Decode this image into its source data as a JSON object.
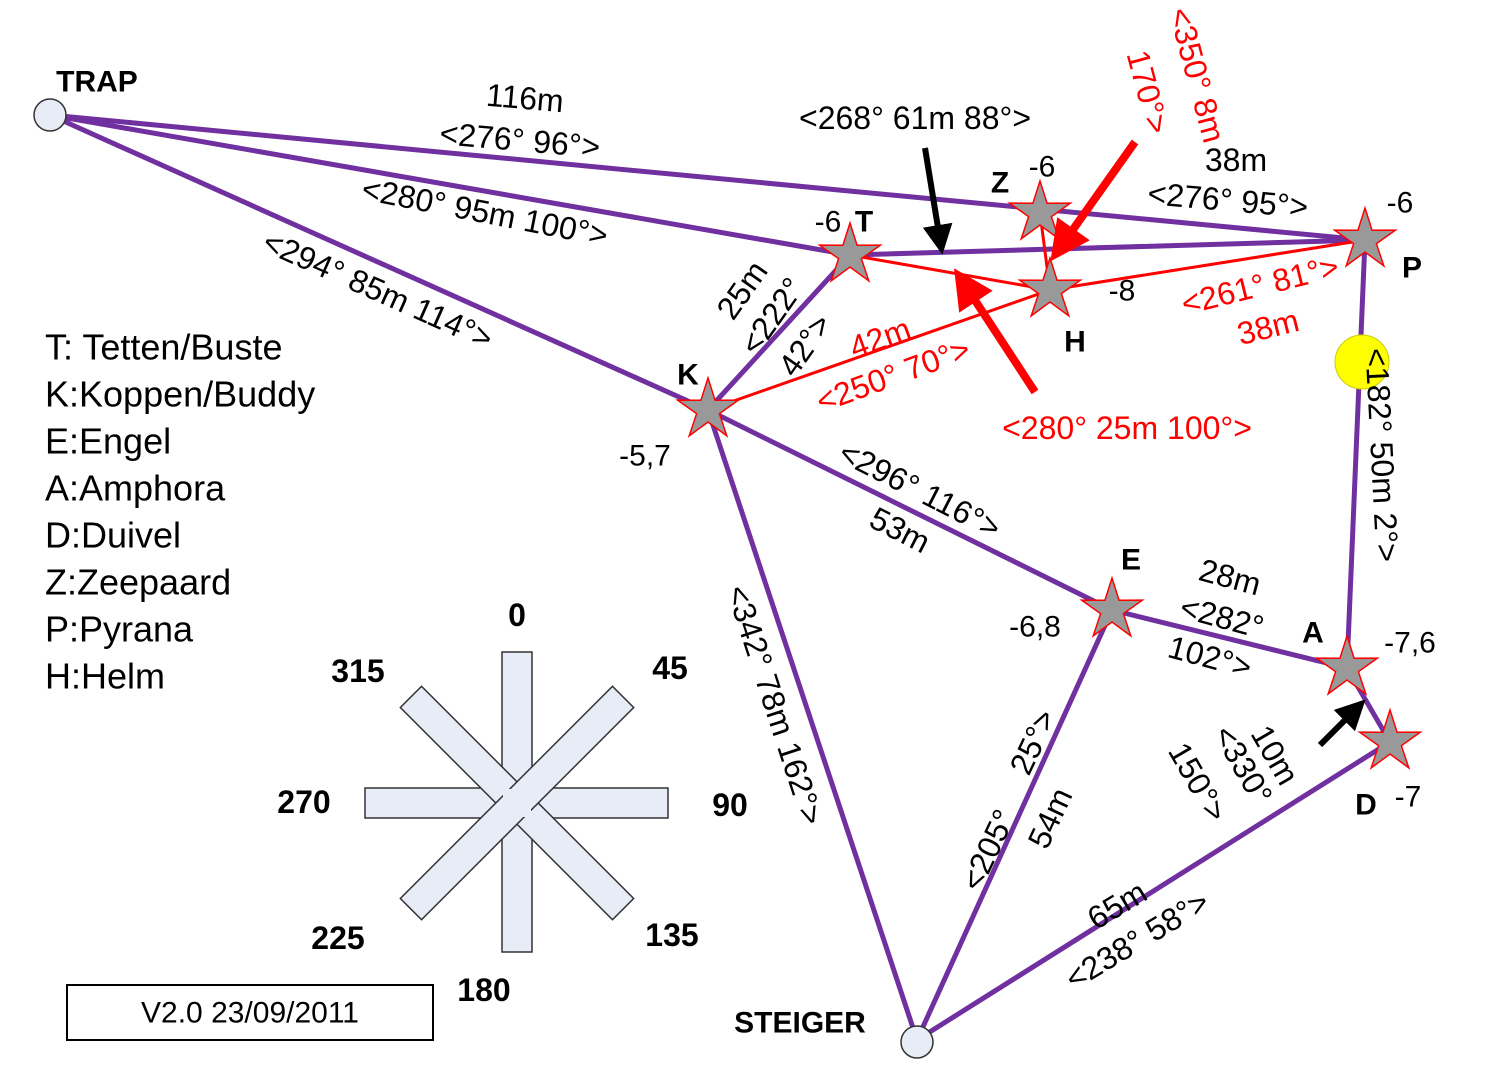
{
  "colors": {
    "route": "#7030a0",
    "alt_route": "#ff0000",
    "site_fill": "#999999",
    "sun": "#ffff00"
  },
  "nodes": {
    "trap": "TRAP",
    "t": "T",
    "z": "Z",
    "h": "H",
    "p": "P",
    "k": "K",
    "e": "E",
    "a": "A",
    "d": "D",
    "steiger": "STEIGER"
  },
  "depths": {
    "t": "-6",
    "z": "-6",
    "h": "-8",
    "p": "-6",
    "k": "-5,7",
    "e": "-6,8",
    "a": "-7,6",
    "d": "-7"
  },
  "legend": [
    "T: Tetten/Buste",
    "K:Koppen/Buddy",
    "E:Engel",
    "A:Amphora",
    "D:Duivel",
    "Z:Zeepaard",
    "P:Pyrana",
    "H:Helm"
  ],
  "compass": {
    "n": "0",
    "ne": "45",
    "e": "90",
    "se": "135",
    "s": "180",
    "sw": "225",
    "w": "270",
    "nw": "315"
  },
  "version": "V2.0 23/09/2011",
  "edges": {
    "trap_p_dist": "116m",
    "trap_p_bearing": "<276°  96°>",
    "trap_t": "<280° 95m 100°>",
    "trap_k": "<294° 85m 114°>",
    "t_p": "<268° 61m 88°>",
    "k_t_dist": "25m",
    "k_t_b1": "<222°",
    "k_t_b2": "42°>",
    "k_h_dist": "42m",
    "k_h_bearing": "<250°  70°>",
    "t_h": "<280° 25m 100°>",
    "z_h_1": "<350° 8m",
    "z_h_2": "170°>",
    "z_p_dist": "38m",
    "z_p_bearing": "<276°  95°>",
    "h_p_bearing": "<261° 81°>",
    "h_p_dist": "38m",
    "p_a": "<182° 50m 2°>",
    "k_e_bearing": "<296°  116°>",
    "k_e_dist": "53m",
    "e_a_dist": "28m",
    "e_a_b1": "<282°",
    "e_a_b2": "102°>",
    "k_steiger": "<342°  78m  162°>",
    "steiger_e_b1": "<205°",
    "steiger_e_dist": "54m",
    "steiger_e_b2": "25°>",
    "a_d_dist": "10m",
    "a_d_b1": "<330°",
    "a_d_b2": "150°>",
    "steiger_d_dist": "65m",
    "steiger_d_bearing": "<238°  58°>"
  }
}
